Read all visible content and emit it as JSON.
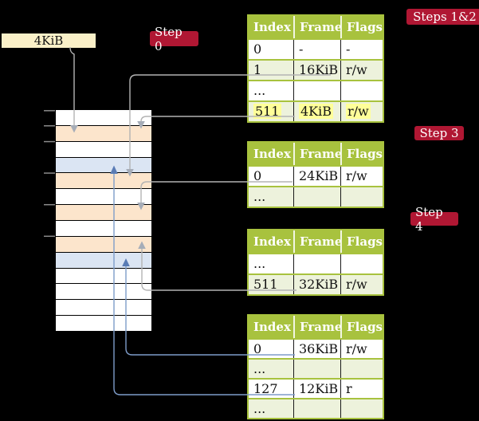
{
  "register": {
    "label": "4KiB"
  },
  "labels": {
    "step0": "Step 0",
    "steps12": "Steps 1&2",
    "step3": "Step 3",
    "step4": "Step 4"
  },
  "page_tables": [
    {
      "id": "table-steps-1-2",
      "headers": [
        "Index",
        "Frame",
        "Flags"
      ],
      "rows": [
        {
          "cells": [
            "0",
            "-",
            "-"
          ]
        },
        {
          "cells": [
            "1",
            "16KiB",
            "r/w"
          ]
        },
        {
          "cells": [
            "...",
            "",
            ""
          ]
        },
        {
          "cells": [
            "511",
            "4KiB",
            "r/w"
          ],
          "highlighted": true
        }
      ]
    },
    {
      "id": "table-step-3",
      "headers": [
        "Index",
        "Frame",
        "Flags"
      ],
      "rows": [
        {
          "cells": [
            "0",
            "24KiB",
            "r/w"
          ]
        },
        {
          "cells": [
            "...",
            "",
            ""
          ]
        }
      ]
    },
    {
      "id": "table-step-4",
      "headers": [
        "Index",
        "Frame",
        "Flags"
      ],
      "rows": [
        {
          "cells": [
            "...",
            "",
            ""
          ]
        },
        {
          "cells": [
            "511",
            "32KiB",
            "r/w"
          ]
        }
      ]
    },
    {
      "id": "table-leaf",
      "headers": [
        "Index",
        "Frame",
        "Flags"
      ],
      "rows": [
        {
          "cells": [
            "0",
            "36KiB",
            "r/w"
          ]
        },
        {
          "cells": [
            "...",
            "",
            ""
          ]
        },
        {
          "cells": [
            "127",
            "12KiB",
            "r"
          ]
        },
        {
          "cells": [
            "...",
            "",
            ""
          ]
        }
      ]
    }
  ],
  "memory": {
    "rows": [
      "white",
      "peach",
      "white",
      "blue",
      "peach",
      "white",
      "peach",
      "white",
      "peach",
      "blue",
      "white",
      "white",
      "white",
      "white"
    ]
  },
  "colors": {
    "background": "#000000",
    "register_fill": "#faf0c8",
    "step_badge": "#b01733",
    "table_header_green": "#a8c23e",
    "table_row_shaded": "#edf2dc",
    "cell_highlight": "#ffff99",
    "frame_page_table": "#fce5cc",
    "frame_mapped_page": "#dbe5f3",
    "arrow_gray": "#b3b3b3",
    "arrow_blue": "#7e9cc9"
  }
}
